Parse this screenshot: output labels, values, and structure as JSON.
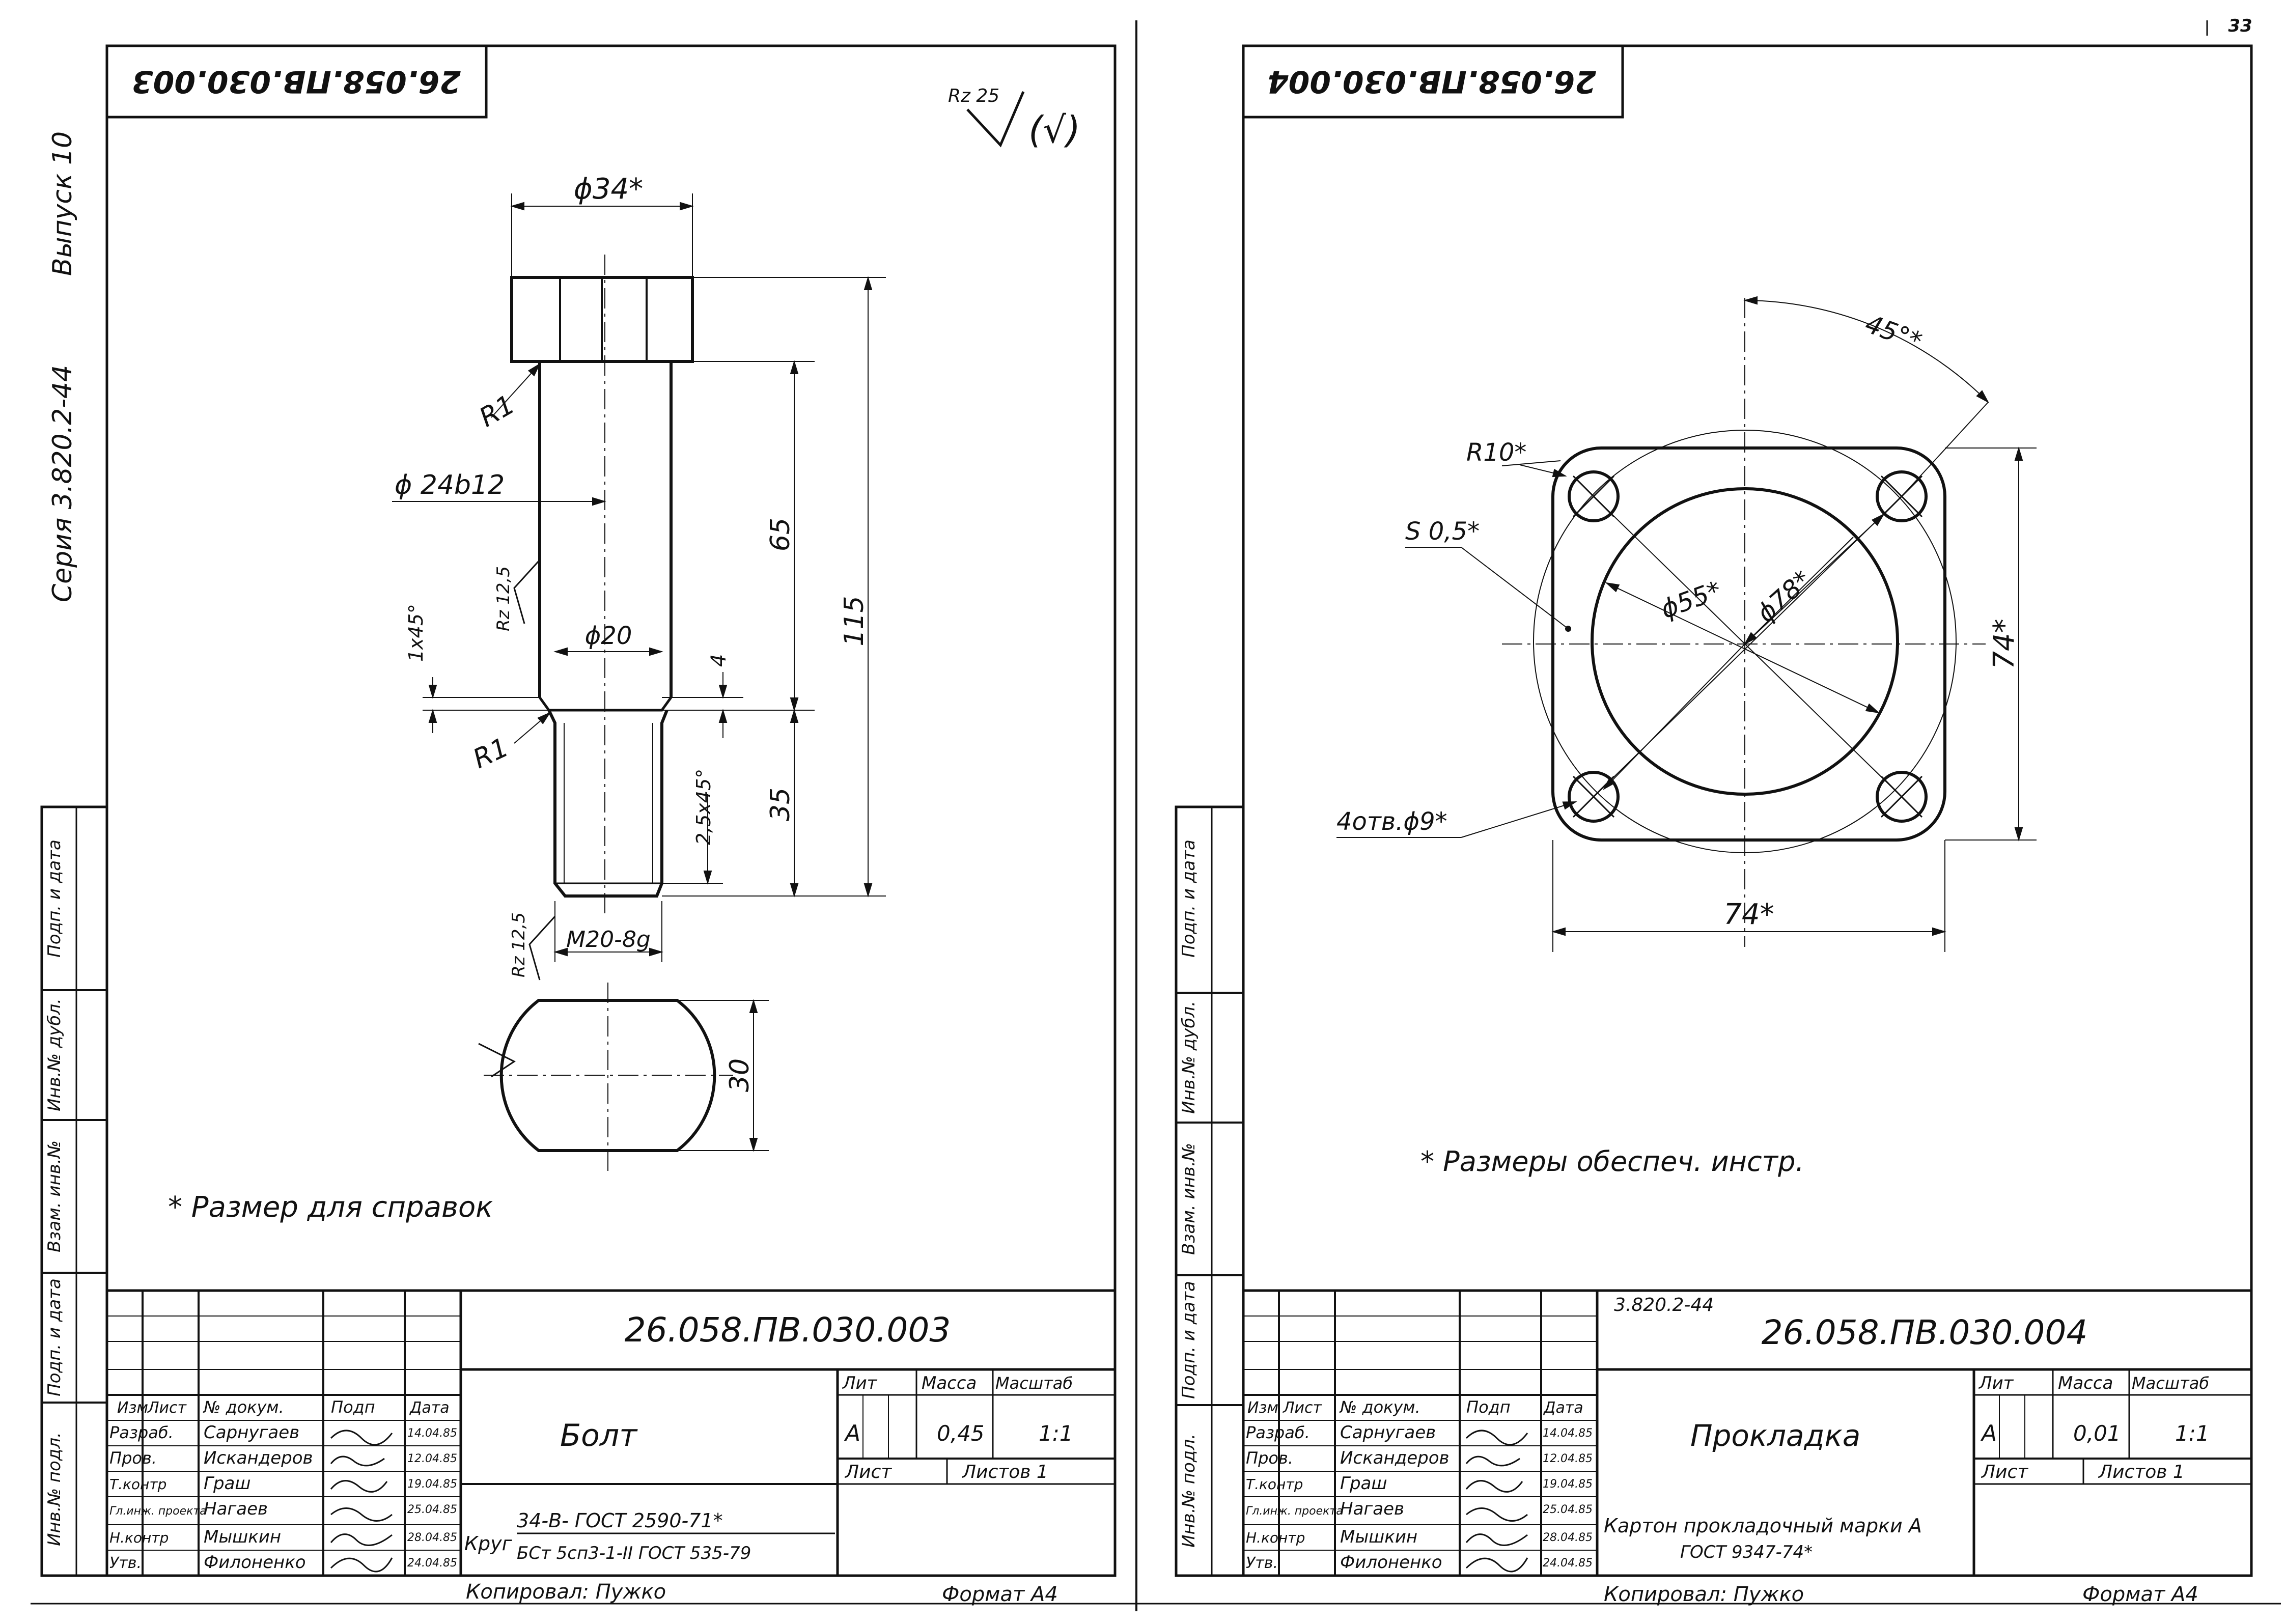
{
  "page_number": "33",
  "left_sheet": {
    "stamp_code": "26.058.ПВ.030.003",
    "roughness_symbol": "Rz 25",
    "roughness_paren": "(√)",
    "dims": {
      "head_diameter": "ϕ34*",
      "shank_diameter": "ϕ 24b12",
      "neck_diameter": "ϕ20",
      "radius_top": "R1",
      "radius_bottom": "R1",
      "chamfer_neck": "1x45°",
      "chamfer_thread": "2,5x45°",
      "roughness_shank": "Rz 12,5",
      "roughness_thread": "Rz 12,5",
      "len_65": "65",
      "len_115": "115",
      "len_4": "4",
      "len_35": "35",
      "thread": "M20-8g",
      "flat_30": "30"
    },
    "note": "* Размер для справок",
    "title_block": {
      "doc_number": "26.058.ПВ.030.003",
      "part_name": "Болт",
      "col_headers": [
        "Изм",
        "Лист",
        "№ докум.",
        "Подп",
        "Дата"
      ],
      "roles": [
        "Разраб.",
        "Пров.",
        "Т.контр",
        "Гл.инж. проекта",
        "Н.контр",
        "Утв."
      ],
      "names": [
        "Сарнугаев",
        "Искандеров",
        "Граш",
        "Нагаев",
        "Мышкин",
        "Филоненко"
      ],
      "dates": [
        "14.04.85",
        "12.04.85",
        "19.04.85",
        "25.04.85",
        "28.04.85",
        "24.04.85"
      ],
      "lit_label": "Лит",
      "mass_label": "Масса",
      "scale_label": "Масштаб",
      "lit": "А",
      "mass": "0,45",
      "scale": "1:1",
      "sheet_label": "Лист",
      "sheets_label": "Листов 1",
      "material_prefix": "Круг",
      "material_line1": "34-В- ГОСТ 2590-71*",
      "material_line2": "БСт 5сп3-1-II ГОСТ 535-79",
      "copied": "Копировал: Пужко",
      "format": "Формат А4"
    },
    "margin": {
      "series": "Серия 3.820.2-44",
      "issue": "Выпуск 10",
      "labels": [
        "Инв.№ подл.",
        "Подп. и дата",
        "Взам. инв.№",
        "Инв.№ дубл.",
        "Подп. и дата"
      ]
    }
  },
  "right_sheet": {
    "stamp_code": "26.058.ПВ.030.004",
    "dims": {
      "angle": "45°*",
      "radius": "R10*",
      "thickness": "S 0,5*",
      "inner_diameter": "ϕ55*",
      "bolt_circle": "ϕ78*",
      "height": "74*",
      "width": "74*",
      "holes": "4отв.ϕ9*"
    },
    "note": "* Размеры обеспеч. инстр.",
    "title_block": {
      "series_code": "3.820.2-44",
      "doc_number": "26.058.ПВ.030.004",
      "part_name": "Прокладка",
      "col_headers": [
        "Изм",
        "Лист",
        "№ докум.",
        "Подп",
        "Дата"
      ],
      "roles": [
        "Разраб.",
        "Пров.",
        "Т.контр",
        "Гл.инж. проекта",
        "Н.контр",
        "Утв."
      ],
      "names": [
        "Сарнугаев",
        "Искандеров",
        "Граш",
        "Нагаев",
        "Мышкин",
        "Филоненко"
      ],
      "dates": [
        "14.04.85",
        "12.04.85",
        "19.04.85",
        "25.04.85",
        "28.04.85",
        "24.04.85"
      ],
      "lit_label": "Лит",
      "mass_label": "Масса",
      "scale_label": "Масштаб",
      "lit": "А",
      "mass": "0,01",
      "scale": "1:1",
      "sheet_label": "Лист",
      "sheets_label": "Листов 1",
      "material_line1": "Картон прокладочный марки А",
      "material_line2": "ГОСТ 9347-74*",
      "copied": "Копировал: Пужко",
      "format": "Формат А4"
    },
    "margin": {
      "labels": [
        "Инв.№ подл.",
        "Подп. и дата",
        "Взам. инв.№",
        "Инв.№ дубл.",
        "Подп. и дата"
      ]
    }
  }
}
